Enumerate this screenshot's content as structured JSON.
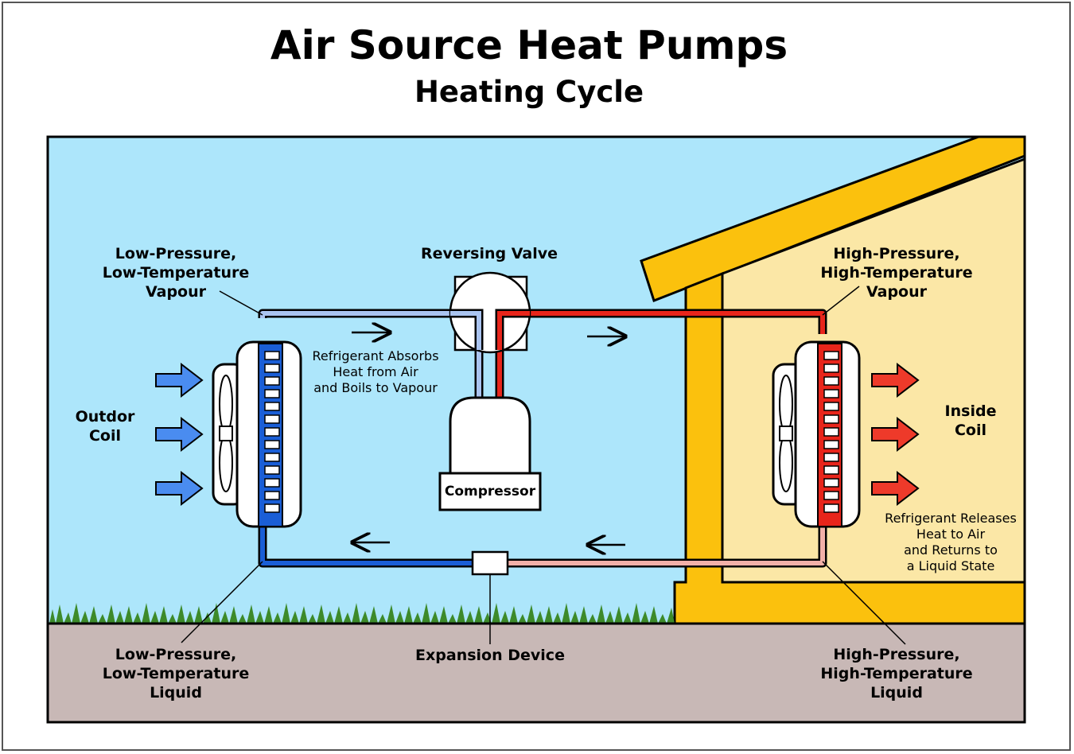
{
  "title": "Air Source Heat Pumps",
  "subtitle": "Heating Cycle",
  "labels": {
    "lp_vapour": "Low-Pressure,\nLow-Temperature\nVapour",
    "reversing_valve": "Reversing Valve",
    "hp_vapour": "High-Pressure,\nHigh-Temperature\nVapour",
    "outdoor_coil": "Outdor\nCoil",
    "inside_coil": "Inside\nCoil",
    "compressor": "Compressor",
    "expansion_device": "Expansion Device",
    "lp_liquid": "Low-Pressure,\nLow-Temperature\nLiquid",
    "hp_liquid": "High-Pressure,\nHigh-Temperature\nLiquid"
  },
  "notes": {
    "absorbs": "Refrigerant Absorbs\nHeat from Air\nand Boils to Vapour",
    "releases": "Refrigerant Releases\nHeat to Air\nand Returns to\na Liquid State"
  },
  "colors": {
    "sky": "#ade6fb",
    "ground": "#c8b8b6",
    "house_wall": "#fbe7a6",
    "house_frame": "#fbc10d",
    "cold_line": "#1a5ed6",
    "cold_vapour_line": "#aac4f0",
    "hot_line": "#e8251b",
    "warm_liquid_line": "#f2b0a8",
    "cold_arrow": "#4a8cf0",
    "hot_arrow": "#ee3a2a",
    "grass": "#3d8a2a"
  },
  "icons": [
    "fan-icon",
    "coil-icon",
    "flow-arrow-icon",
    "air-arrow-icon"
  ]
}
